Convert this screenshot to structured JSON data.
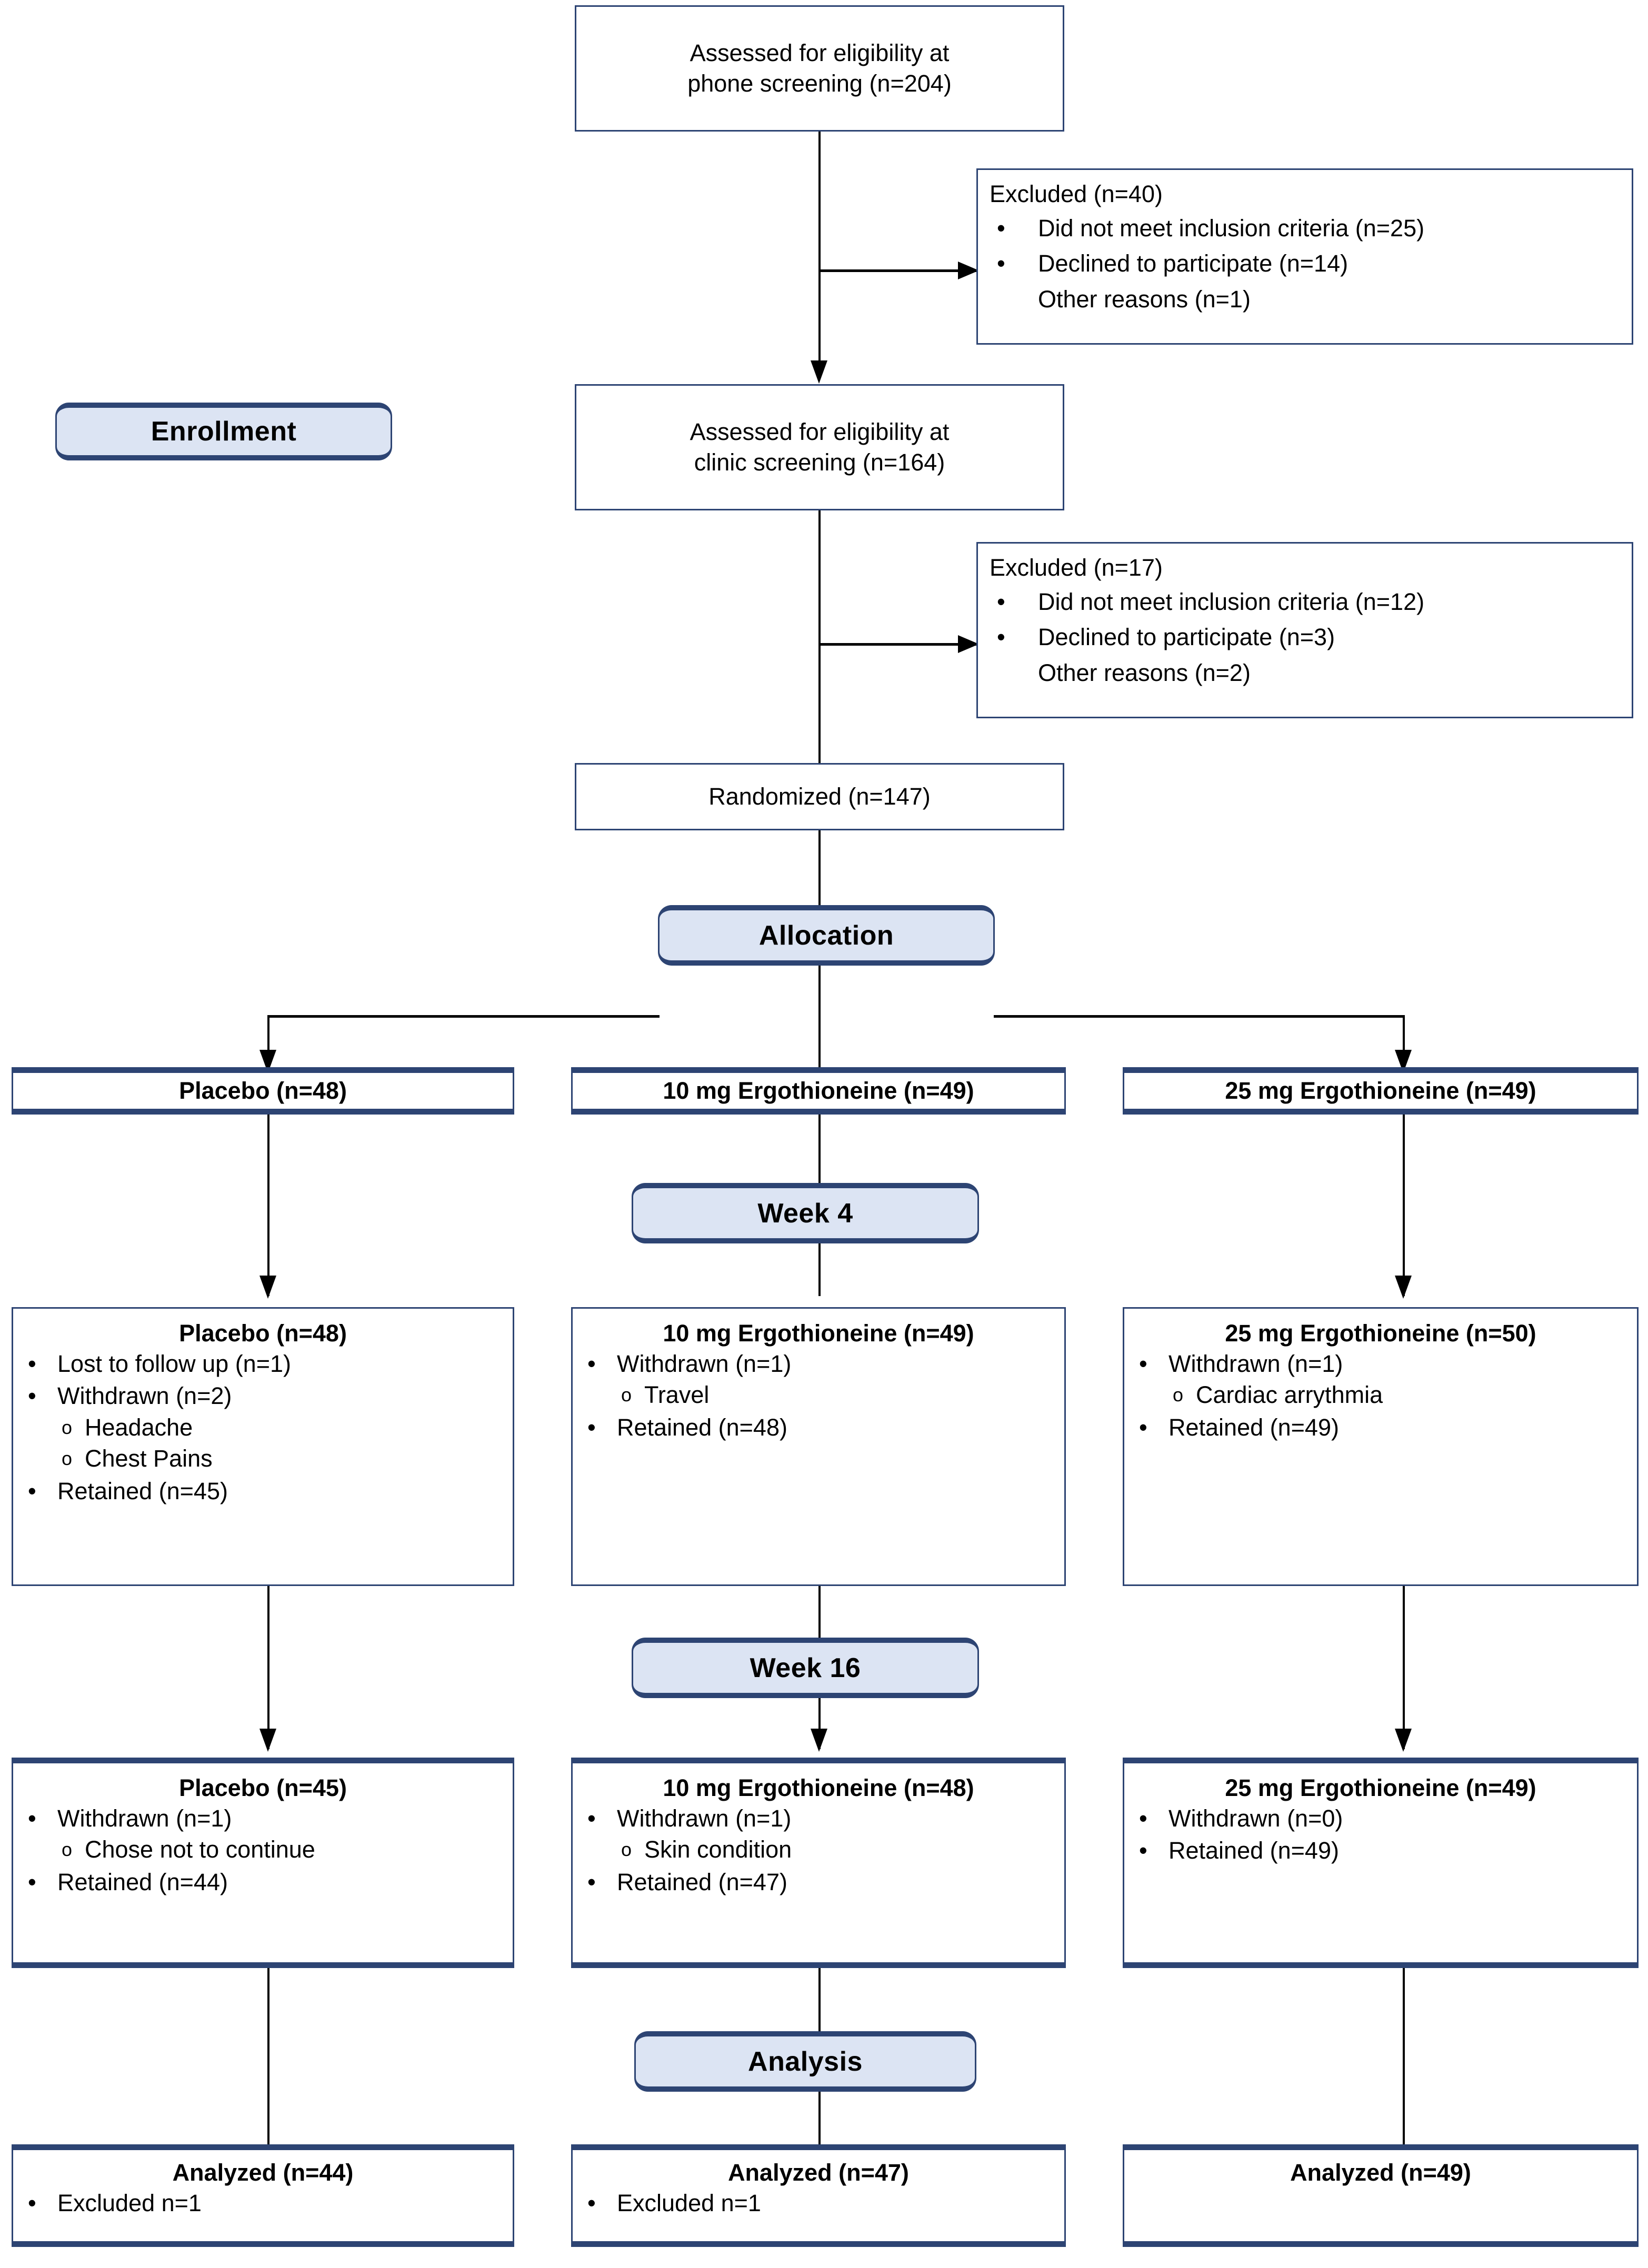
{
  "diagram": {
    "kind": "CONSORT participant flow diagram",
    "colors": {
      "box_border": "#2d4473",
      "pill_fill": "#dce4f3",
      "pill_border": "#2d4473",
      "connector": "#000000",
      "background": "#ffffff"
    },
    "stage_labels": {
      "enrollment": "Enrollment",
      "allocation": "Allocation",
      "week4": "Week 4",
      "week16": "Week 16",
      "analysis": "Analysis"
    },
    "bullets": {
      "level1": "•",
      "level2": "o"
    }
  },
  "screening": {
    "phone": "Assessed for eligibility at\nphone screening (n=204)",
    "clinic": "Assessed for eligibility at\nclinic screening (n=164)",
    "randomized": "Randomized (n=147)"
  },
  "excluded_phone": {
    "lead": "Excluded (n=40)",
    "items": [
      {
        "text": "Did not meet inclusion criteria (n=25)",
        "bullet": true
      },
      {
        "text": "Declined to participate (n=14)",
        "bullet": true
      },
      {
        "text": "Other reasons (n=1)",
        "bullet": false
      }
    ]
  },
  "excluded_clinic": {
    "lead": "Excluded (n=17)",
    "items": [
      {
        "text": "Did not meet inclusion criteria (n=12)",
        "bullet": true
      },
      {
        "text": "Declined to participate (n=3)",
        "bullet": true
      },
      {
        "text": "Other reasons (n=2)",
        "bullet": false
      }
    ]
  },
  "allocation_row": {
    "placebo": "Placebo (n=48)",
    "dose10": "10 mg Ergothioneine (n=49)",
    "dose25": "25 mg Ergothioneine (n=49)"
  },
  "week4": {
    "placebo": {
      "title": "Placebo (n=48)",
      "items": [
        {
          "text": "Lost to follow up (n=1)",
          "sub": []
        },
        {
          "text": "Withdrawn (n=2)",
          "sub": [
            "Headache",
            "Chest Pains"
          ]
        },
        {
          "text": "Retained (n=45)",
          "sub": []
        }
      ]
    },
    "dose10": {
      "title": "10 mg Ergothioneine (n=49)",
      "items": [
        {
          "text": "Withdrawn (n=1)",
          "sub": [
            "Travel"
          ]
        },
        {
          "text": "Retained (n=48)",
          "sub": []
        }
      ]
    },
    "dose25": {
      "title": "25 mg Ergothioneine (n=50)",
      "items": [
        {
          "text": "Withdrawn (n=1)",
          "sub": [
            "Cardiac arrythmia"
          ]
        },
        {
          "text": "Retained (n=49)",
          "sub": []
        }
      ]
    }
  },
  "week16": {
    "placebo": {
      "title": "Placebo (n=45)",
      "items": [
        {
          "text": "Withdrawn (n=1)",
          "sub": [
            "Chose not to continue"
          ]
        },
        {
          "text": "Retained (n=44)",
          "sub": []
        }
      ]
    },
    "dose10": {
      "title": "10 mg Ergothioneine (n=48)",
      "items": [
        {
          "text": "Withdrawn (n=1)",
          "sub": [
            "Skin condition"
          ]
        },
        {
          "text": "Retained (n=47)",
          "sub": []
        }
      ]
    },
    "dose25": {
      "title": "25 mg Ergothioneine (n=49)",
      "items": [
        {
          "text": "Withdrawn (n=0)",
          "sub": []
        },
        {
          "text": "Retained (n=49)",
          "sub": []
        }
      ]
    }
  },
  "analysis": {
    "placebo": {
      "title": "Analyzed (n=44)",
      "items": [
        {
          "text": "Excluded n=1",
          "sub": []
        }
      ]
    },
    "dose10": {
      "title": "Analyzed (n=47)",
      "items": [
        {
          "text": "Excluded n=1",
          "sub": []
        }
      ]
    },
    "dose25": {
      "title": "Analyzed (n=49)",
      "items": []
    }
  }
}
